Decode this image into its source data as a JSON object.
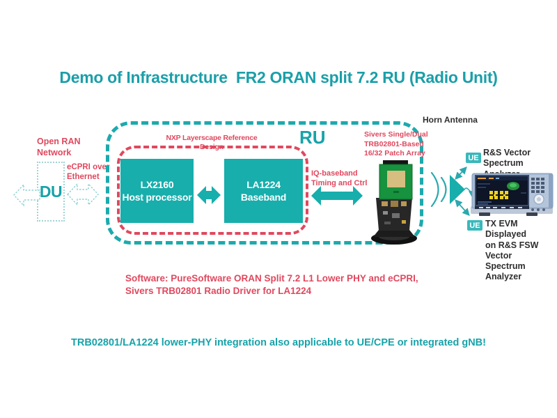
{
  "title": "Demo of Infrastructure  FR2 ORAN split 7.2 RU (Radio Unit)",
  "colors": {
    "teal": "#16a3a9",
    "teal_fill": "#17aeac",
    "red": "#e0485e",
    "black_text": "#2e2e2e",
    "ue_badge": "#39b8bb"
  },
  "left": {
    "network_label": "Open RAN\nNetwork",
    "du_label": "DU",
    "ecpri_label": "eCPRI over\nEthernet"
  },
  "ru": {
    "label": "RU",
    "nxp_label": "NXP Layerscape Reference Design",
    "lx2160_label": "LX2160\nHost processor",
    "la1224_label": "LA1224\nBaseband",
    "iq_label": "IQ-baseband\nTiming and Ctrl",
    "patch_label": "Sivers Single/Dual\nTRB02801-Based\n16/32 Patch Array"
  },
  "right": {
    "horn_label": "Horn Antenna",
    "ue_top_label": "UE",
    "ue_bottom_label": "UE",
    "analyzer_top_label": "R&S Vector\nSpectrum Analyzer",
    "analyzer_bottom_label": "TX EVM Displayed\non R&S FSW Vector\nSpectrum Analyzer"
  },
  "footer": {
    "software_note": "Software: PureSoftware ORAN Split 7.2 L1 Lower PHY and eCPRI,\nSivers TRB02801 Radio Driver for LA1224",
    "integration_note": "TRB02801/LA1224 lower-PHY integration also applicable to UE/CPE or integrated gNB!"
  }
}
